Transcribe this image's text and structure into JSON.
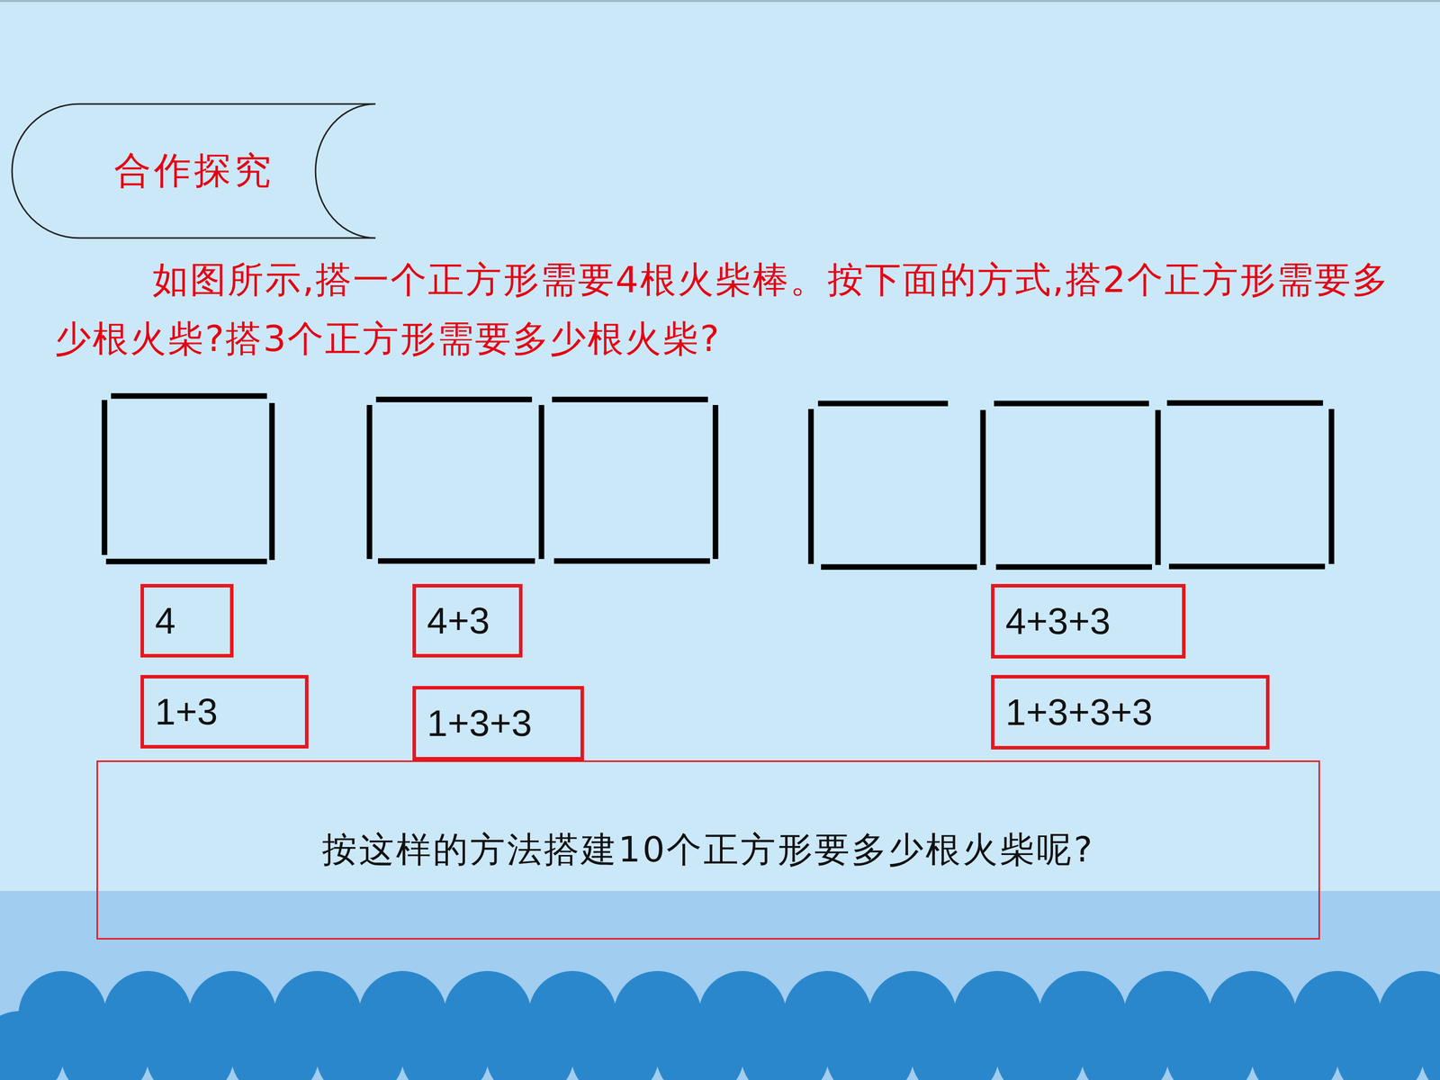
{
  "diagram": {
    "nodes": [
      {
        "text": [
          "合作探究"
        ]
      },
      {
        "text": [
          "4"
        ]
      },
      {
        "text": [
          "4+3"
        ]
      },
      {
        "text": [
          "4+3+3"
        ]
      },
      {
        "text": [
          "1+3"
        ]
      },
      {
        "text": [
          "1+3+3"
        ]
      },
      {
        "text": [
          "1+3+3+3"
        ]
      },
      {
        "text": [
          "按这样的方法搭建10个正方形要多少根火柴呢?"
        ]
      }
    ],
    "labels": [
      "如图所示,搭一个正方形需要4根火柴棒。按下面的方式,搭2个正方形需要多少根火柴?搭3个正方形需要多少根火柴?"
    ]
  }
}
